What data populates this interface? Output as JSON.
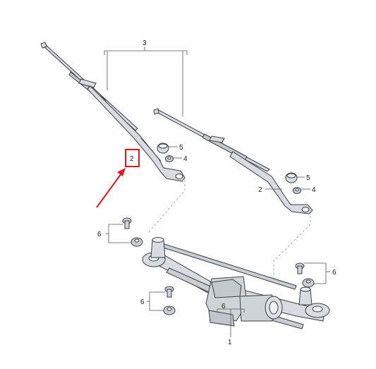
{
  "callouts": {
    "c1": "1",
    "c2_highlighted": "2",
    "c2_right": "2",
    "c3": "3",
    "c4_left": "4",
    "c4_right": "4",
    "c5_left": "5",
    "c5_right": "5",
    "c6_top_left": "6",
    "c6_bottom_left": "6",
    "c6_right": "6",
    "c6_bottom": "6"
  },
  "colors": {
    "highlight": "#e8141c",
    "part_fill": "#d8dce0",
    "part_stroke": "#3a3f45",
    "leader": "#555555",
    "dashed": "#8a9aa6"
  },
  "icons": [
    "wiper-arm-left",
    "wiper-blade-left",
    "wiper-arm-right",
    "wiper-blade-right",
    "cap",
    "nut",
    "bolt",
    "wiper-linkage",
    "wiper-motor"
  ]
}
